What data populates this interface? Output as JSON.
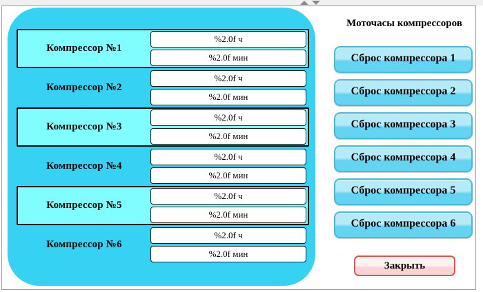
{
  "window": {
    "scroll_up_icon": "up-triangle",
    "scroll_down_icon": "down-triangle"
  },
  "panel": {
    "rows": [
      {
        "label": "Компрессор №1",
        "hours": "%2.0f ч",
        "minutes": "%2.0f мин"
      },
      {
        "label": "Компрессор №2",
        "hours": "%2.0f ч",
        "minutes": "%2.0f мин"
      },
      {
        "label": "Компрессор №3",
        "hours": "%2.0f ч",
        "minutes": "%2.0f мин"
      },
      {
        "label": "Компрессор №4",
        "hours": "%2.0f ч",
        "minutes": "%2.0f мин"
      },
      {
        "label": "Компрессор №5",
        "hours": "%2.0f ч",
        "minutes": "%2.0f мин"
      },
      {
        "label": "Компрессор №6",
        "hours": "%2.0f ч",
        "minutes": "%2.0f мин"
      }
    ]
  },
  "sidebar": {
    "title": "Моточасы компрессоров",
    "reset_buttons": [
      "Сброс компрессора 1",
      "Сброс компрессора 2",
      "Сброс компрессора 3",
      "Сброс компрессора 4",
      "Сброс компрессора 5",
      "Сброс компрессора 6"
    ],
    "close_label": "Закрыть"
  },
  "colors": {
    "panel-bg": "#35d2f4",
    "row-highlight": "#80fdff",
    "btn-top": "#b5ebf9",
    "btn-bottom": "#63d4f1",
    "btn-border": "#49b8d4",
    "close-top": "#fdf1f1",
    "close-bottom": "#f8d4d7",
    "close-border": "#e25252"
  }
}
